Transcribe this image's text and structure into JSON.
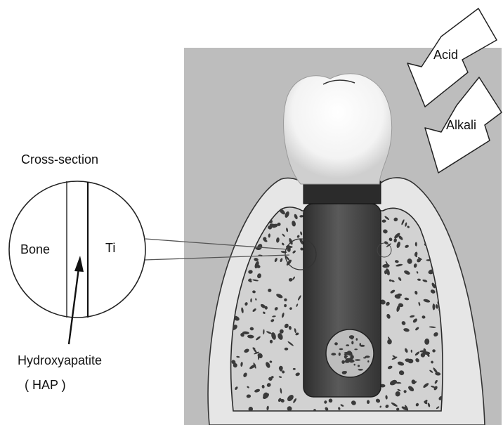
{
  "labels": {
    "cross_section": "Cross-section",
    "bone": "Bone",
    "ti": "Ti",
    "hydroxyapatite": "Hydroxyapatite",
    "hap": "( HAP )",
    "acid": "Acid",
    "alkali": "Alkali"
  },
  "colors": {
    "background": "#ffffff",
    "grey_backdrop": "#b9b9b9",
    "gum_tissue": "#e9e9e9",
    "bone_fill": "#d7d7d7",
    "bone_speckle": "#3a3a3a",
    "implant_body": "#4a4a4a",
    "implant_collar": "#2c2c2c",
    "crown": "#f6f6f6",
    "line": "#222222"
  },
  "icons": [
    "acid-arrow-icon",
    "alkali-arrow-icon",
    "magnifier-circle-icon",
    "pointer-arrow-icon"
  ]
}
